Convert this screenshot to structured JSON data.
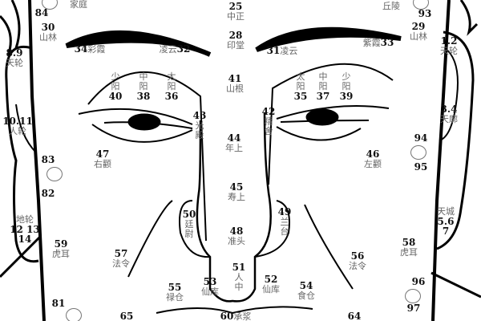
{
  "labels": {
    "l25": {
      "num": "25",
      "text": "中正"
    },
    "l28": {
      "num": "28",
      "text": "印堂"
    },
    "l41": {
      "num": "41",
      "text": "山根"
    },
    "l44": {
      "num": "44",
      "text": "年上"
    },
    "l45": {
      "num": "45",
      "text": "寿上"
    },
    "l48": {
      "num": "48",
      "text": "准头"
    },
    "l51": {
      "num": "51",
      "text": "人中"
    },
    "l60": {
      "num": "60",
      "text": "承浆"
    },
    "l34": {
      "num": "34",
      "text": "彩霞"
    },
    "l32": {
      "num": "32",
      "text": "凌云"
    },
    "l31": {
      "num": "31",
      "text": "凌云"
    },
    "l33": {
      "num": "33",
      "text": "紫霞"
    },
    "l30": {
      "num": "30",
      "text": "山林"
    },
    "l29": {
      "num": "29",
      "text": "山林"
    },
    "l84": {
      "num": "84",
      "text": "家庭"
    },
    "l93": {
      "num": "93",
      "text": "丘陵"
    },
    "l40": {
      "num": "40",
      "text": "少阳"
    },
    "l38": {
      "num": "38",
      "text": "中阳"
    },
    "l36": {
      "num": "36",
      "text": "太阳"
    },
    "l35": {
      "num": "35",
      "text": "太阳"
    },
    "l37": {
      "num": "37",
      "text": "中阳"
    },
    "l39": {
      "num": "39",
      "text": "少阳"
    },
    "l43": {
      "num": "43",
      "text": "光殿"
    },
    "l42": {
      "num": "42",
      "text": "精舍"
    },
    "l47": {
      "num": "47",
      "text": "右颧"
    },
    "l46": {
      "num": "46",
      "text": "左颧"
    },
    "l50": {
      "num": "50",
      "text": "廷尉"
    },
    "l49": {
      "num": "49",
      "text": "兰台"
    },
    "l53": {
      "num": "53",
      "text": "仙库"
    },
    "l52": {
      "num": "52",
      "text": "仙库"
    },
    "l55": {
      "num": "55",
      "text": "禄仓"
    },
    "l54": {
      "num": "54",
      "text": "食仓"
    },
    "l57": {
      "num": "57",
      "text": "法令"
    },
    "l56": {
      "num": "56",
      "text": "法令"
    },
    "l59": {
      "num": "59",
      "text": "虎耳"
    },
    "l58": {
      "num": "58",
      "text": "虎耳"
    },
    "l89": {
      "num": "8.9",
      "text": "天轮"
    },
    "l12": {
      "num": "1.2",
      "text": "天轮"
    },
    "l1011": {
      "num": "10.11",
      "text": "人轮"
    },
    "l34e": {
      "num": "3.4",
      "text": "天廓"
    },
    "l121314": {
      "num": "12 13 14",
      "text": "地轮"
    },
    "l567": {
      "num": "5.6 7",
      "text": "天城"
    },
    "l83": {
      "num": "83"
    },
    "l82": {
      "num": "82"
    },
    "l94": {
      "num": "94"
    },
    "l95": {
      "num": "95"
    },
    "l96": {
      "num": "96"
    },
    "l97": {
      "num": "97"
    },
    "l81": {
      "num": "81"
    },
    "l65": {
      "num": "65"
    },
    "l64": {
      "num": "64"
    }
  }
}
